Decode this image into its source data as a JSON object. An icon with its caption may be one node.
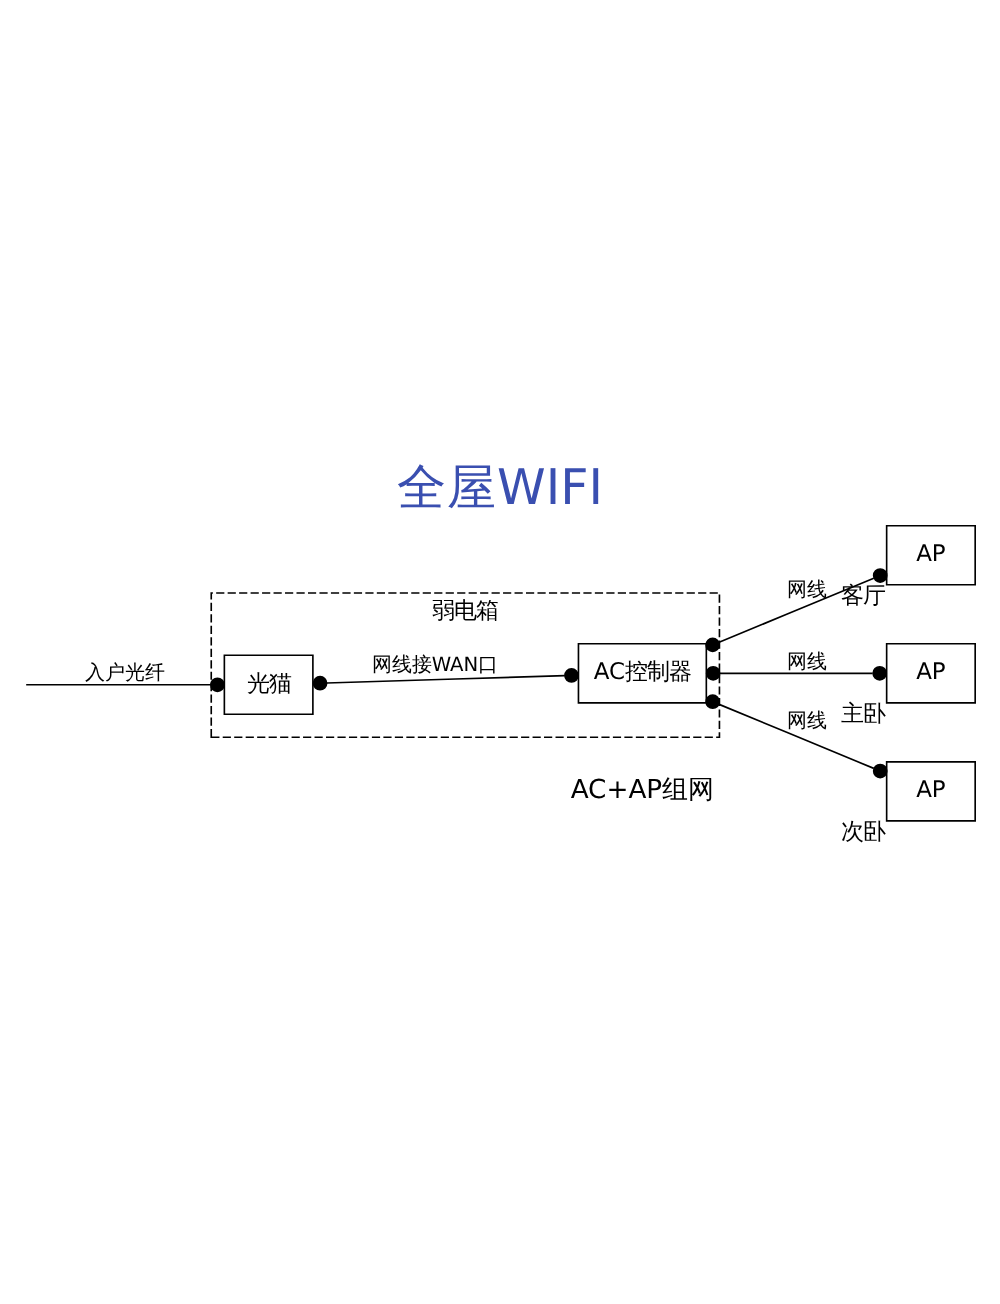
{
  "diagram": {
    "title": "全屋WIFI",
    "caption": "AC+AP组网",
    "nodes": [
      {
        "text": [
          "弱电箱"
        ]
      },
      {
        "text": [
          "光猫"
        ],
        "in": 0
      },
      {
        "text": [
          "AC控制器"
        ],
        "in": 0
      },
      {
        "text": [
          "AP"
        ],
        "beside": [
          "客厅"
        ]
      },
      {
        "text": [
          "AP"
        ],
        "beside": [
          "主卧"
        ]
      },
      {
        "text": [
          "AP"
        ],
        "beside": [
          "次卧"
        ]
      }
    ],
    "edges": [
      {
        "from": null,
        "to": 1,
        "arrow": "other",
        "label": "入户光纤"
      },
      {
        "from": 1,
        "to": 2,
        "arrow": "other",
        "label": "网线接WAN口"
      },
      {
        "from": 2,
        "to": 3,
        "arrow": "other",
        "label": "网线"
      },
      {
        "from": 2,
        "to": 4,
        "arrow": "other",
        "label": "网线"
      },
      {
        "from": 2,
        "to": 5,
        "arrow": "other",
        "label": "网线"
      }
    ]
  }
}
